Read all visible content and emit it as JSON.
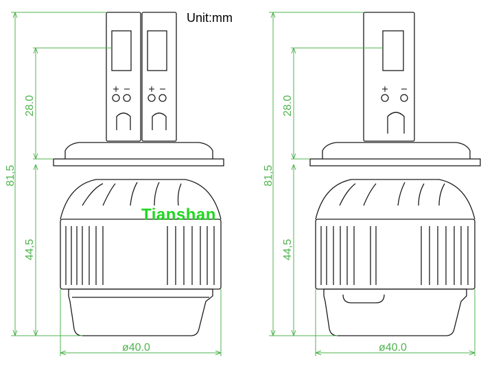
{
  "drawing": {
    "unit_label": "Unit:mm",
    "watermark": "Tianshan",
    "colors": {
      "outline": "#1a1a1a",
      "dimension": "#4fb34f",
      "watermark": "#1fd71f"
    },
    "views": [
      {
        "dims": {
          "overall_height": "81,5",
          "top_section": "28.0",
          "bottom_section": "44,5",
          "diameter": "ø40.0"
        }
      },
      {
        "dims": {
          "overall_height": "81,5",
          "top_section": "28.0",
          "bottom_section": "44,5",
          "diameter": "ø40.0"
        }
      }
    ]
  }
}
